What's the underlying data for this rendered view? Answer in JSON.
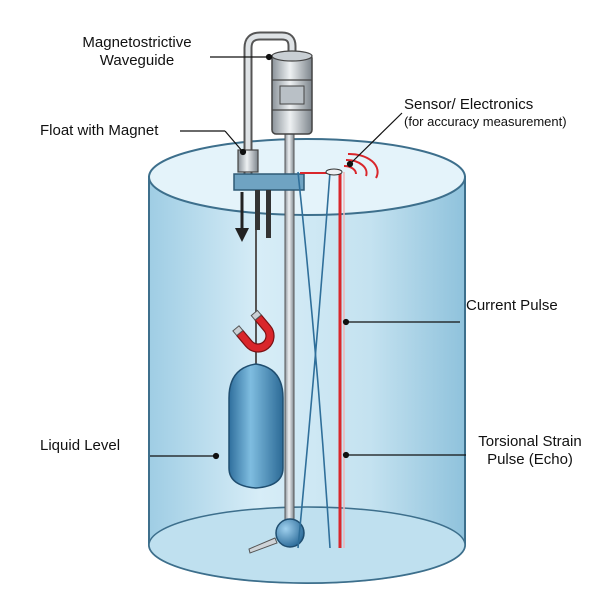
{
  "labels": {
    "waveguide_line1": "Magnetostrictive",
    "waveguide_line2": "Waveguide",
    "float": "Float with Magnet",
    "sensor_line1": "Sensor/ Electronics",
    "sensor_line2": "(for accuracy measurement)",
    "current_pulse": "Current Pulse",
    "liquid_level": "Liquid Level",
    "torsional_line1": "Torsional Strain",
    "torsional_line2": "Pulse (Echo)"
  },
  "colors": {
    "tank_fill": "#cfe8f4",
    "tank_stroke": "#3d6f8c",
    "magnet_red": "#d9262b",
    "wave_blue": "#2f6f9a",
    "current_red": "#d9262b",
    "float_blue": "#4a93c7"
  }
}
